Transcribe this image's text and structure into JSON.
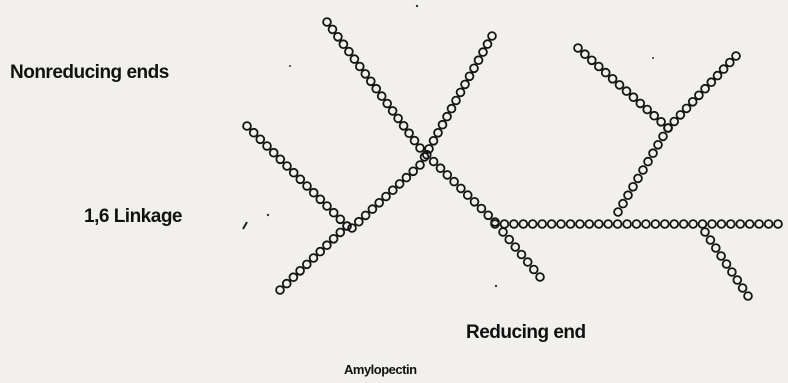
{
  "labels": {
    "nonreducing_ends": "Nonreducing ends",
    "linkage": "1,6 Linkage",
    "reducing_end": "Reducing end",
    "title": "Amylopectin"
  },
  "colors": {
    "background": "#f1f0ec",
    "residue_stroke": "#151515",
    "text": "#111111"
  }
}
